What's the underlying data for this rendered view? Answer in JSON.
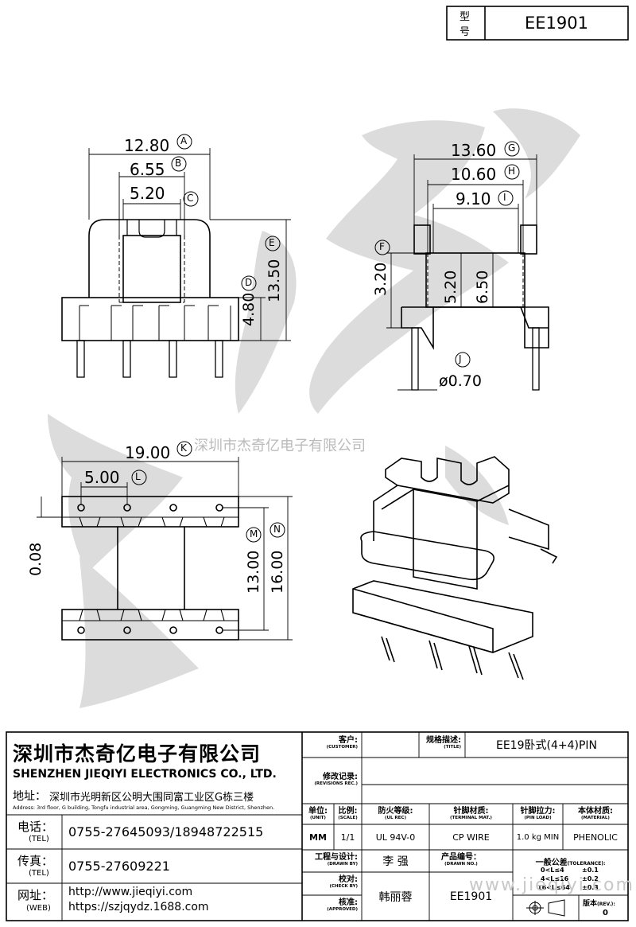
{
  "header": {
    "model_label_1": "型",
    "model_label_2": "号",
    "model_value": "EE1901"
  },
  "drawing": {
    "watermark_text": "深圳市杰奇亿电子有限公司",
    "front_view": {
      "dim_a": "12.80",
      "dim_b": "6.55",
      "dim_c": "5.20",
      "dim_d": "4.80",
      "dim_e": "13.50",
      "tag_a": "A",
      "tag_b": "B",
      "tag_c": "C",
      "tag_d": "D",
      "tag_e": "E"
    },
    "side_view": {
      "dim_g": "13.60",
      "dim_h": "10.60",
      "dim_i": "9.10",
      "dim_f": "3.20",
      "dim_inner1": "5.20",
      "dim_inner2": "6.50",
      "dim_j": "ø0.70",
      "tag_f": "F",
      "tag_g": "G",
      "tag_h": "H",
      "tag_i": "I",
      "tag_j": "J"
    },
    "bottom_view": {
      "dim_k": "19.00",
      "dim_l": "5.00",
      "dim_left": "0.08",
      "dim_m": "13.00",
      "dim_n": "16.00",
      "tag_k": "K",
      "tag_l": "L",
      "tag_m": "M",
      "tag_n": "N"
    }
  },
  "title_block": {
    "company_cn": "深圳市杰奇亿电子有限公司",
    "company_en": "SHENZHEN JIEQIYI ELECTRONICS CO., LTD.",
    "address_label": "地址：",
    "address_cn": "深圳市光明新区公明大围同富工业区G栋三楼",
    "address_en": "Address: 3rd floor, G building, Tongfu industrial area, Gongming, Guangming New District, Shenzhen.",
    "tel_label_cn": "电话：",
    "tel_label_en": "(TEL)",
    "tel_value": "0755-27645093/18948722515",
    "fax_label_cn": "传真：",
    "fax_label_en": "(TEL)",
    "fax_value": "0755-27609221",
    "web_label_cn": "网址：",
    "web_label_en": "(WEB)",
    "web_value_1": "http://www.jieqiyi.com",
    "web_value_2": "https://szjqydz.1688.com",
    "customer_cn": "客户:",
    "customer_en": "(CUSTOMER)",
    "title_cn": "规格描述:",
    "title_en": "(TITLE)",
    "title_value": "EE19卧式(4+4)PIN",
    "revisions_cn": "修改记录:",
    "revisions_en": "(REVISIONS REC.)",
    "unit_cn": "单位:",
    "unit_en": "(UNIT)",
    "unit_value": "MM",
    "scale_cn": "比例:",
    "scale_en": "(SCALE)",
    "scale_value": "1/1",
    "ulrec_cn": "防火等级:",
    "ulrec_en": "(UL REC)",
    "ulrec_value": "UL 94V-0",
    "terminal_cn": "针脚材质:",
    "terminal_en": "(TERMINAL MAT.)",
    "terminal_value": "CP WIRE",
    "pinload_cn": "针脚拉力:",
    "pinload_en": "(PIN LOAD)",
    "pinload_value": "1.0 kg MIN",
    "material_cn": "本体材质:",
    "material_en": "(MATERIAL)",
    "material_value": "PHENOLIC",
    "drawn_cn": "工程与设计:",
    "drawn_en": "(DRAWN BY)",
    "drawn_value": "李  强",
    "drawing_no_cn": "产品编号：",
    "drawing_no_en": "(DRAWN NO.)",
    "tolerance_cn": "一般公差",
    "tolerance_en": "(TOLERANCE):",
    "tol_row1": "0<L≤4",
    "tol_row1_val": "±0.1",
    "tol_row2": "4<L≤16",
    "tol_row2_val": "±0.2",
    "tol_row3": "16<L≤64",
    "tol_row3_val": "±0.3",
    "check_cn": "校对:",
    "check_en": "(CHECK BY)",
    "approved_cn": "核准:",
    "approved_en": "(APPROVED)",
    "approved_value": "韩丽蓉",
    "drawing_no_value": "EE1901",
    "rev_cn": "版本",
    "rev_en": "(REV.):",
    "rev_value": "0",
    "web_watermark": "www.jieqiyi.com"
  }
}
